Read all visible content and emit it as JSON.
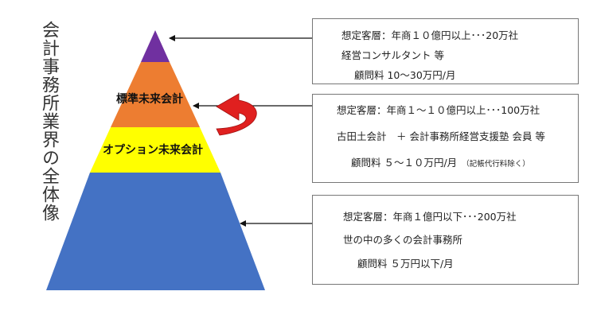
{
  "title": "会計事務所業界の全体像",
  "tiers": {
    "standard": "標準未来会計",
    "option": "オプション未来会計"
  },
  "boxes": {
    "top": {
      "line1": "想定客層：年商１０億円以上･･･20万社",
      "line2": "経営コンサルタント 等",
      "line3": "顧問料 10～30万円/月"
    },
    "middle": {
      "line1": "想定客層：年商１～１０億円以上･･･100万社",
      "line2": "古田土会計　＋ 会計事務所経営支援塾 会員 等",
      "line3": "顧問料 ５～１０万円/月",
      "note": "（記帳代行料除く）"
    },
    "bottom": {
      "line1": "想定客層：年商１億円以下･･･200万社",
      "line2": "世の中の多くの会計事務所",
      "line3": "顧問料 ５万円以下/月"
    }
  },
  "colors": {
    "top": "#7030a0",
    "standard": "#ed7d31",
    "option": "#ffff00",
    "base": "#4472c4",
    "curved_arrow": "#e0201f"
  }
}
